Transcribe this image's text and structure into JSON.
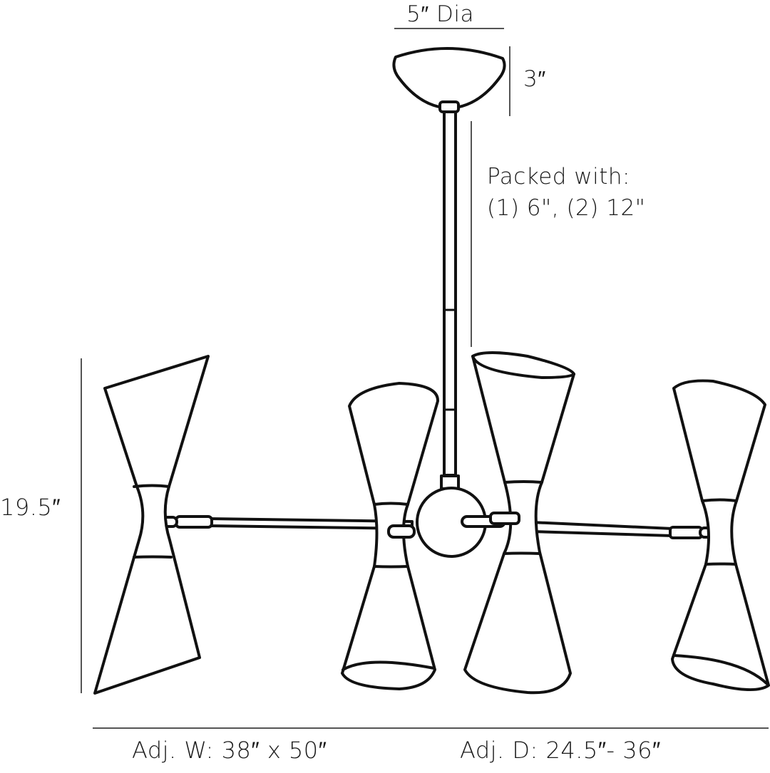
{
  "diagram": {
    "subject": "Chandelier dimension drawing",
    "dimensions": {
      "canopy_diameter": "5″ Dia",
      "canopy_height": "3″",
      "overall_height": "19.5″",
      "adjustable_width": "Adj. W: 38″ x 50″",
      "adjustable_depth": "Adj. D: 24.5″- 36″"
    },
    "packing_note": {
      "line1": "Packed with:",
      "line2": "(1) 6\", (2) 12\""
    },
    "components": [
      {
        "name": "canopy",
        "shape": "dome"
      },
      {
        "name": "stem",
        "segments": 3
      },
      {
        "name": "hub",
        "shape": "sphere"
      },
      {
        "name": "arms",
        "count": 4
      },
      {
        "name": "shades",
        "count": 4,
        "shape": "double-cone hourglass"
      }
    ],
    "colors": {
      "line": "#111111",
      "dimension_line": "#555555",
      "background": "#ffffff"
    }
  }
}
